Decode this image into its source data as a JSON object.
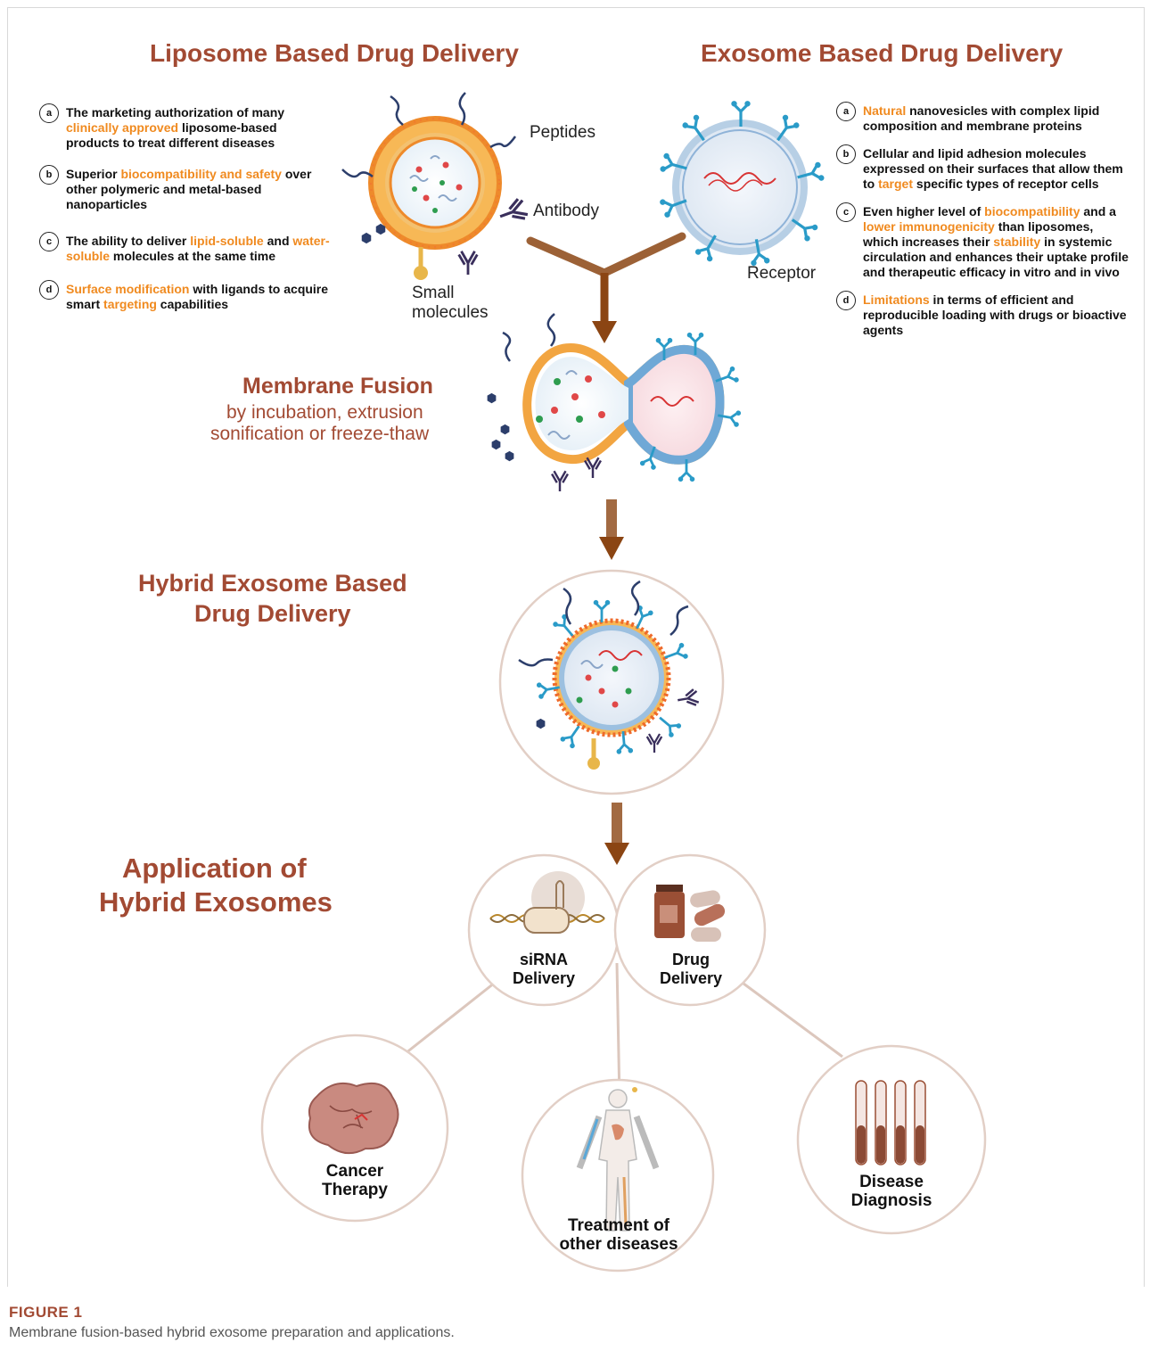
{
  "titles": {
    "liposome": "Liposome Based Drug Delivery",
    "exosome": "Exosome Based Drug Delivery",
    "fusion": "Membrane Fusion",
    "fusion_sub1": "by incubation, extrusion",
    "fusion_sub2": "sonification or freeze-thaw",
    "hybrid_l1": "Hybrid Exosome Based",
    "hybrid_l2": "Drug Delivery",
    "app_l1": "Application of",
    "app_l2": "Hybrid Exosomes"
  },
  "liposome_points": [
    {
      "letter": "a",
      "parts": [
        {
          "t": "The marketing authorization of many "
        },
        {
          "t": "clinically approved",
          "hl": true
        },
        {
          "t": " liposome-based products to treat different diseases"
        }
      ]
    },
    {
      "letter": "b",
      "parts": [
        {
          "t": "Superior "
        },
        {
          "t": "biocompatibility and safety",
          "hl": true
        },
        {
          "t": " over other polymeric and metal-based nanoparticles"
        }
      ]
    },
    {
      "letter": "c",
      "parts": [
        {
          "t": "The ability to deliver "
        },
        {
          "t": "lipid-soluble",
          "hl": true
        },
        {
          "t": " and "
        },
        {
          "t": "water-soluble",
          "hl": true
        },
        {
          "t": " molecules at the same time"
        }
      ]
    },
    {
      "letter": "d",
      "parts": [
        {
          "t": "Surface modification",
          "hl": true
        },
        {
          "t": " with ligands to acquire smart "
        },
        {
          "t": "targeting",
          "hl": true
        },
        {
          "t": " capabilities"
        }
      ]
    }
  ],
  "exosome_points": [
    {
      "letter": "a",
      "parts": [
        {
          "t": "Natural",
          "hl": true
        },
        {
          "t": " nanovesicles with complex lipid composition and membrane proteins"
        }
      ]
    },
    {
      "letter": "b",
      "parts": [
        {
          "t": "Cellular and lipid adhesion molecules expressed on their surfaces that allow them to "
        },
        {
          "t": "target",
          "hl": true
        },
        {
          "t": " specific types of receptor cells"
        }
      ]
    },
    {
      "letter": "c",
      "parts": [
        {
          "t": "Even higher level of "
        },
        {
          "t": "biocompatibility",
          "hl": true
        },
        {
          "t": " and a "
        },
        {
          "t": "lower immunogenicity",
          "hl": true
        },
        {
          "t": " than liposomes, which increases their "
        },
        {
          "t": "stability",
          "hl": true
        },
        {
          "t": " in systemic circulation and enhances their uptake profile and therapeutic efficacy in vitro and in vivo"
        }
      ]
    },
    {
      "letter": "d",
      "parts": [
        {
          "t": "Limitations",
          "hl": true
        },
        {
          "t": " in terms of efficient and reproducible loading with drugs or bioactive agents"
        }
      ]
    }
  ],
  "labels": {
    "peptides": "Peptides",
    "antibody": "Antibody",
    "receptor": "Receptor",
    "small_l1": "Small",
    "small_l2": "molecules"
  },
  "applications": {
    "sirna_l1": "siRNA",
    "sirna_l2": "Delivery",
    "drug_l1": "Drug",
    "drug_l2": "Delivery",
    "cancer_l1": "Cancer",
    "cancer_l2": "Therapy",
    "treat_l1": "Treatment of",
    "treat_l2": "other diseases",
    "diag_l1": "Disease",
    "diag_l2": "Diagnosis"
  },
  "caption": {
    "figure": "FIGURE 1",
    "text": "Membrane fusion-based hybrid exosome preparation and applications."
  },
  "colors": {
    "title": "#a24a33",
    "highlight": "#f08a1f",
    "arrow": "#8b4513",
    "lipid": "#f2a541",
    "exosome_membrane": "#6fa8d6",
    "receptor": "#2a9bc8",
    "circle_border": "#e2cfc6"
  }
}
